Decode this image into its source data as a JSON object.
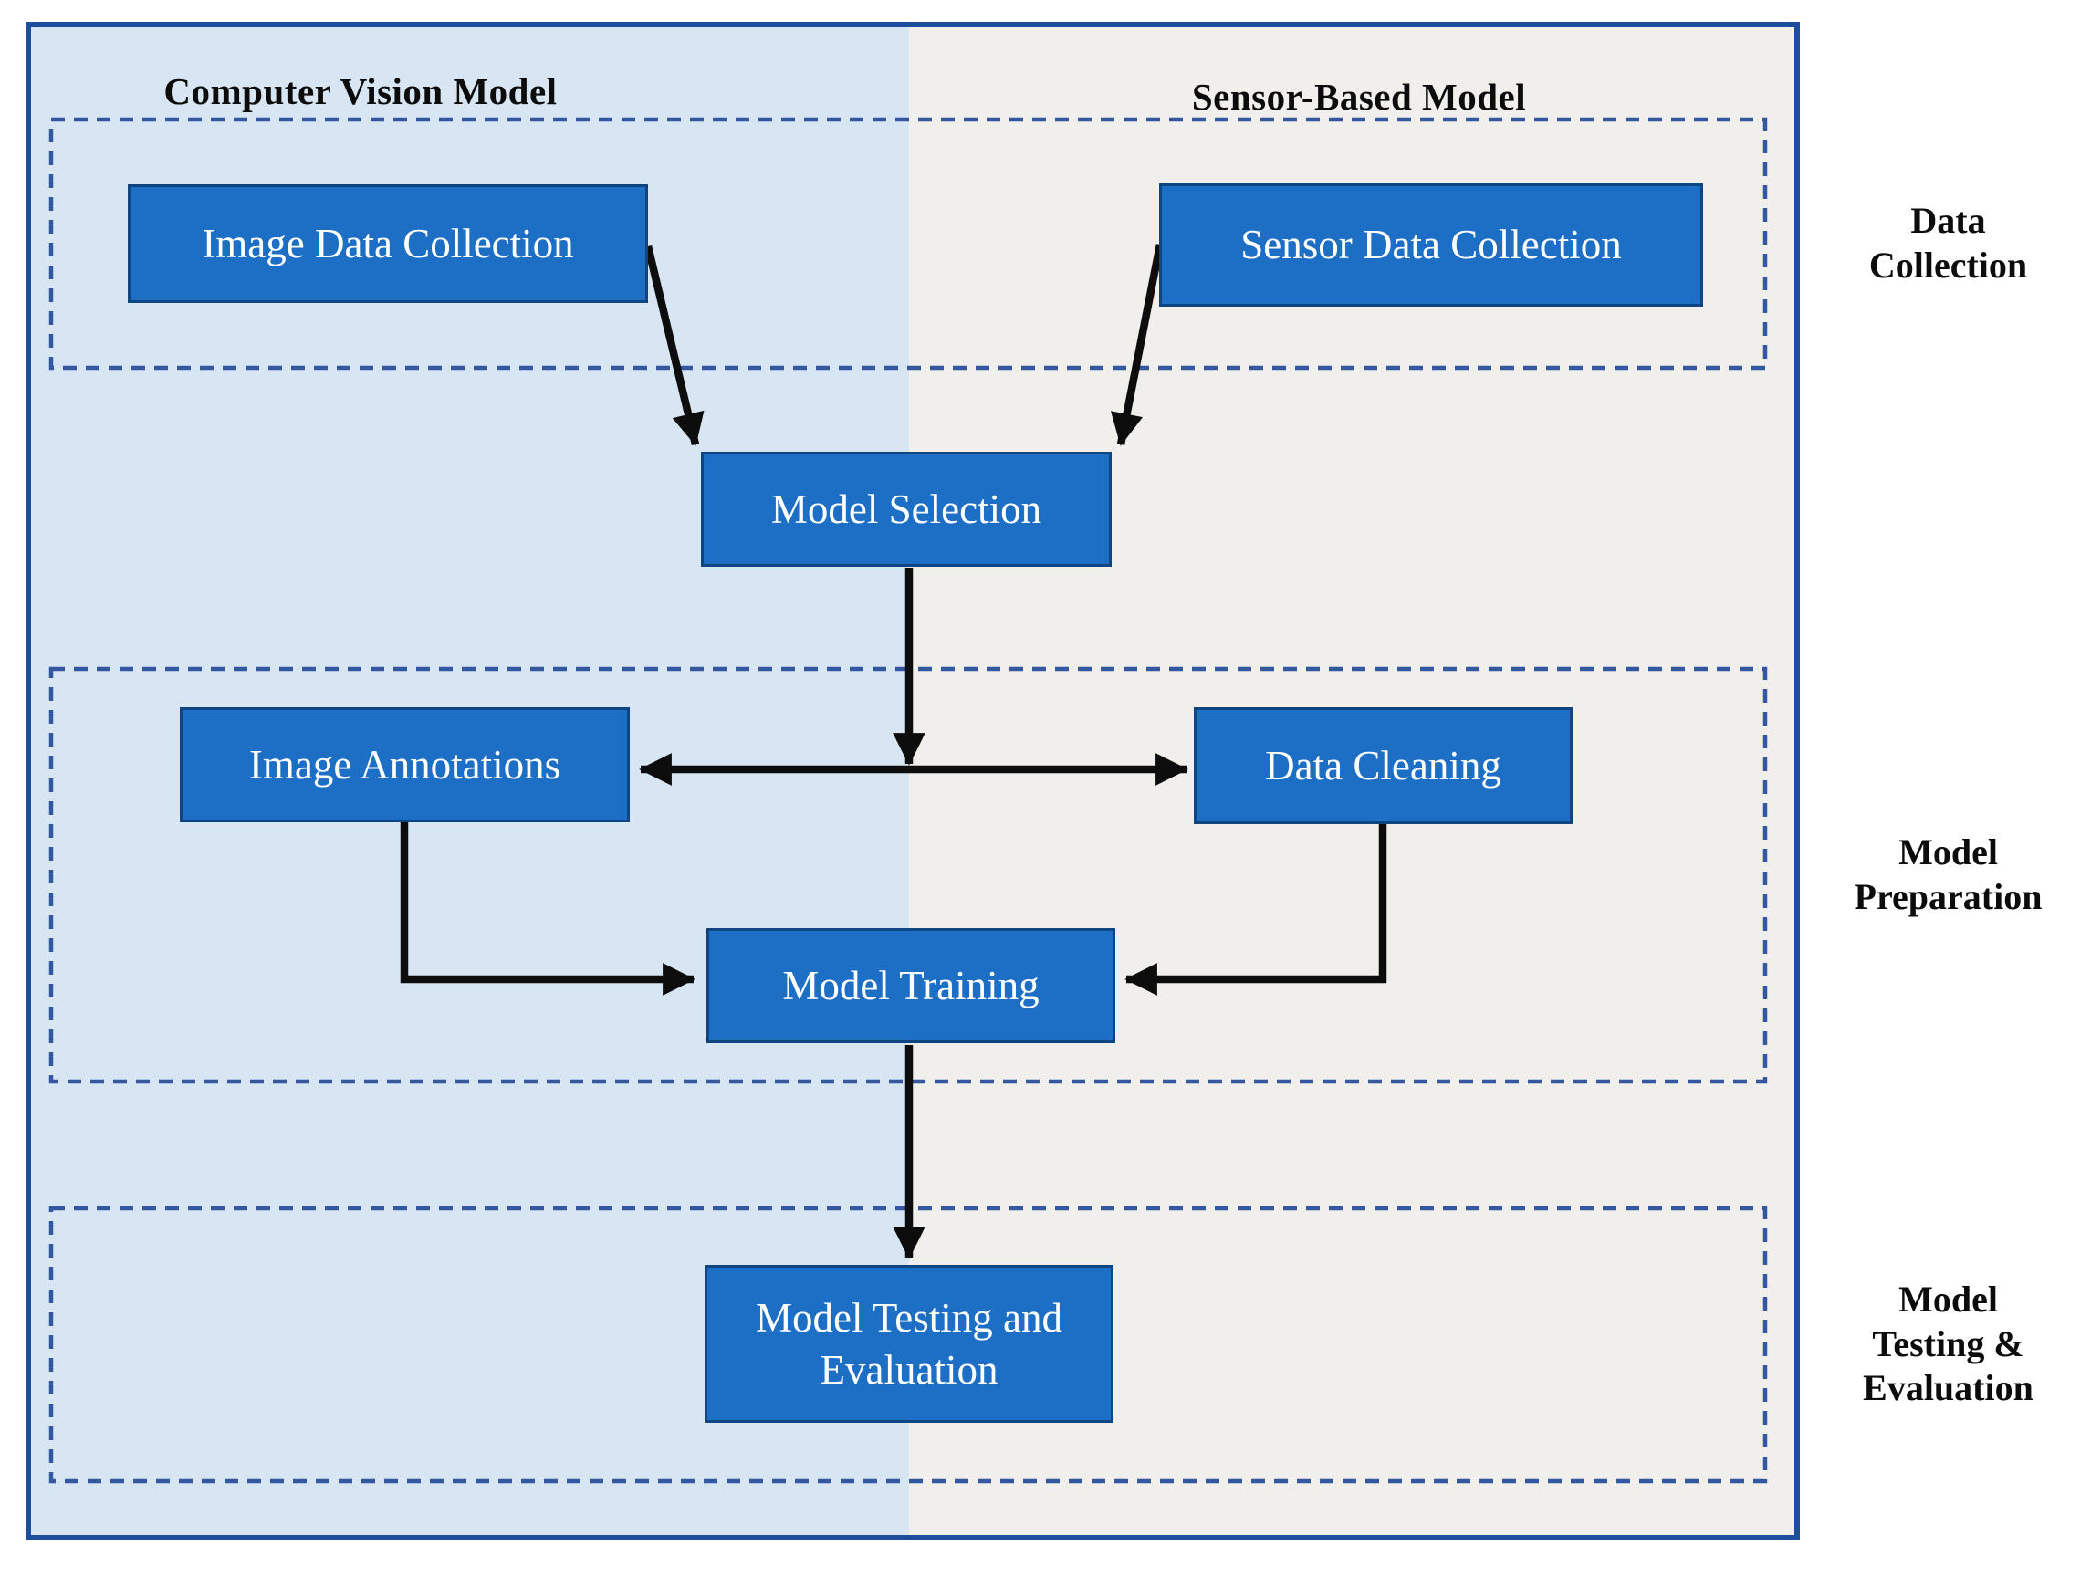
{
  "figure": {
    "type": "flowchart",
    "panels": {
      "left_title": "Computer Vision Model",
      "right_title": "Sensor-Based Model"
    },
    "nodes": {
      "image_data_collection": "Image Data Collection",
      "sensor_data_collection": "Sensor Data Collection",
      "model_selection": "Model Selection",
      "image_annotations": "Image Annotations",
      "data_cleaning": "Data Cleaning",
      "model_training": "Model Training",
      "model_testing_evaluation": "Model Testing and Evaluation"
    },
    "stage_labels": {
      "data_collection": "Data\nCollection",
      "model_preparation": "Model\nPreparation",
      "model_testing_evaluation": "Model\nTesting &\nEvaluation"
    },
    "edges": [
      {
        "from": "image_data_collection",
        "to": "model_selection",
        "style": "diagonal-arrow"
      },
      {
        "from": "sensor_data_collection",
        "to": "model_selection",
        "style": "diagonal-arrow"
      },
      {
        "from": "model_selection",
        "to": "split-bar",
        "style": "down-arrow"
      },
      {
        "from": "split-bar",
        "to": "image_annotations",
        "style": "left-arrow"
      },
      {
        "from": "split-bar",
        "to": "data_cleaning",
        "style": "right-arrow"
      },
      {
        "from": "image_annotations",
        "to": "model_training",
        "style": "elbow-arrow"
      },
      {
        "from": "data_cleaning",
        "to": "model_training",
        "style": "elbow-arrow"
      },
      {
        "from": "model_training",
        "to": "model_testing_evaluation",
        "style": "down-arrow"
      }
    ],
    "colors": {
      "left_panel_background": "#d8e6f4",
      "right_panel_background": "#f0efec",
      "node_fill": "#1d6fc6",
      "node_border": "#0f4682",
      "dashed_outline": "#34589f",
      "outer_border": "#1d4e9b",
      "arrow": "#0d0d0d",
      "node_text": "#ffffff",
      "label_text": "#0c0c0c"
    }
  }
}
